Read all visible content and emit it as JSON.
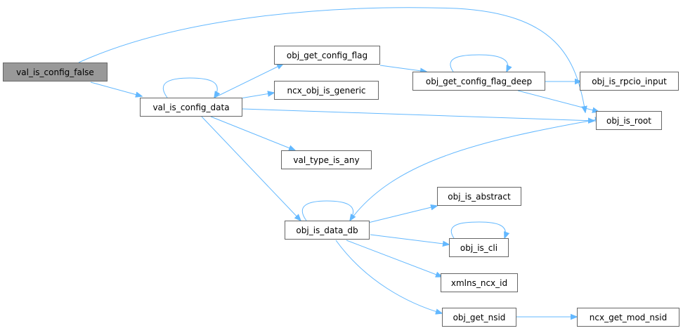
{
  "diagram": {
    "type": "call-graph",
    "colors": {
      "edge": "#63b8ff",
      "node_border": "#666666",
      "root_fill": "#999999",
      "node_fill": "#ffffff"
    },
    "nodes": {
      "val_is_config_false": "val_is_config_false",
      "val_is_config_data": "val_is_config_data",
      "obj_get_config_flag": "obj_get_config_flag",
      "ncx_obj_is_generic": "ncx_obj_is_generic",
      "val_type_is_any": "val_type_is_any",
      "obj_is_data_db": "obj_is_data_db",
      "obj_get_config_flag_deep": "obj_get_config_flag_deep",
      "obj_is_rpcio_input": "obj_is_rpcio_input",
      "obj_is_root": "obj_is_root",
      "obj_is_abstract": "obj_is_abstract",
      "obj_is_cli": "obj_is_cli",
      "xmlns_ncx_id": "xmlns_ncx_id",
      "obj_get_nsid": "obj_get_nsid",
      "ncx_get_mod_nsid": "ncx_get_mod_nsid"
    },
    "edges": [
      [
        "val_is_config_false",
        "val_is_config_data"
      ],
      [
        "val_is_config_false",
        "obj_is_root"
      ],
      [
        "val_is_config_data",
        "val_is_config_data"
      ],
      [
        "val_is_config_data",
        "obj_get_config_flag"
      ],
      [
        "val_is_config_data",
        "ncx_obj_is_generic"
      ],
      [
        "val_is_config_data",
        "obj_is_root"
      ],
      [
        "val_is_config_data",
        "val_type_is_any"
      ],
      [
        "val_is_config_data",
        "obj_is_data_db"
      ],
      [
        "obj_get_config_flag",
        "obj_get_config_flag_deep"
      ],
      [
        "obj_get_config_flag_deep",
        "obj_get_config_flag_deep"
      ],
      [
        "obj_get_config_flag_deep",
        "obj_is_rpcio_input"
      ],
      [
        "obj_get_config_flag_deep",
        "obj_is_root"
      ],
      [
        "obj_is_data_db",
        "obj_is_data_db"
      ],
      [
        "obj_is_data_db",
        "obj_is_root"
      ],
      [
        "obj_is_data_db",
        "obj_is_abstract"
      ],
      [
        "obj_is_data_db",
        "obj_is_cli"
      ],
      [
        "obj_is_data_db",
        "xmlns_ncx_id"
      ],
      [
        "obj_is_data_db",
        "obj_get_nsid"
      ],
      [
        "obj_is_cli",
        "obj_is_cli"
      ],
      [
        "obj_get_nsid",
        "ncx_get_mod_nsid"
      ]
    ]
  }
}
